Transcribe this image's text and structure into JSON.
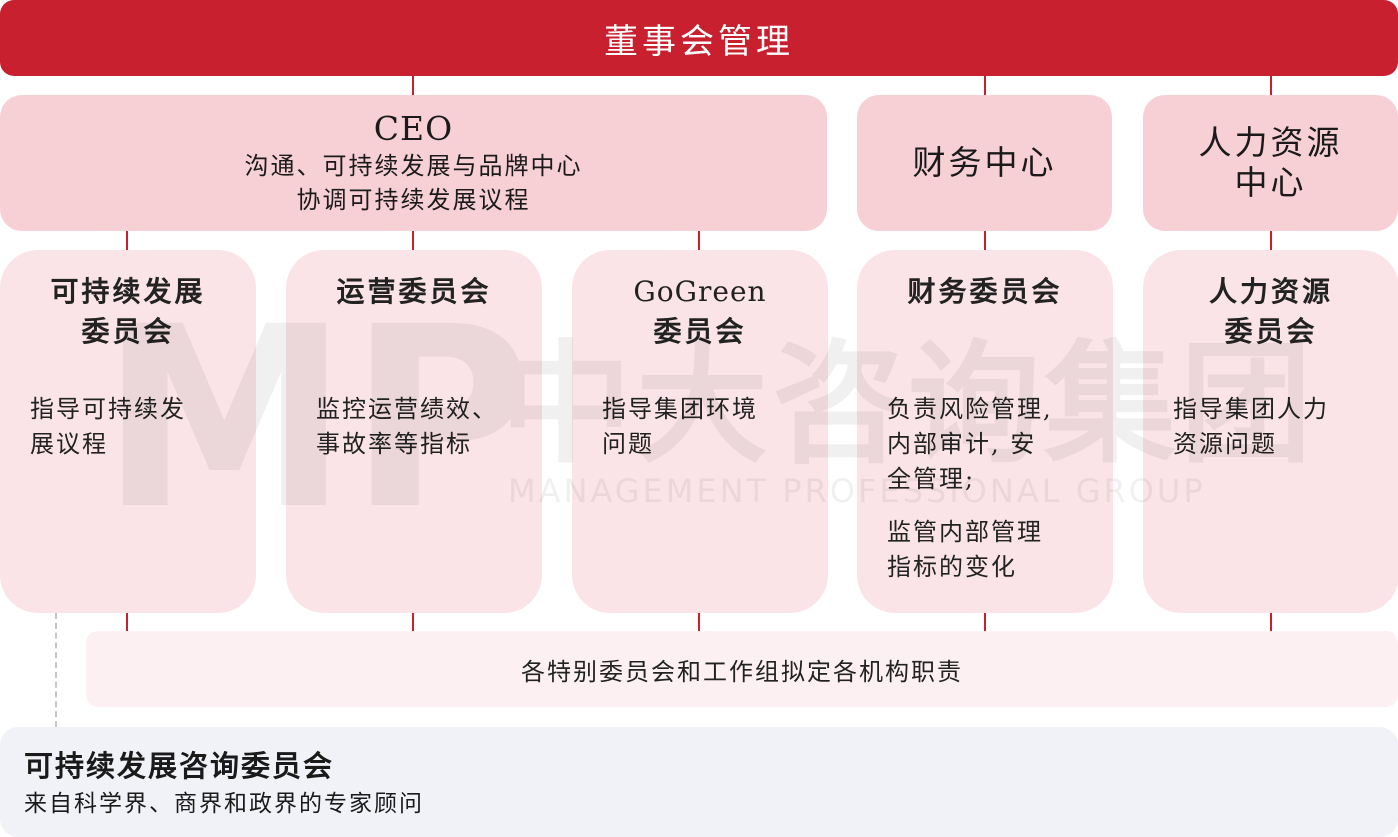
{
  "board": {
    "title": "董事会管理"
  },
  "ceo": {
    "title": "CEO",
    "line1": "沟通、可持续发展与品牌中心",
    "line2": "协调可持续发展议程"
  },
  "finance_center": {
    "title": "财务中心"
  },
  "hr_center": {
    "line1": "人力资源",
    "line2": "中心"
  },
  "committees": [
    {
      "title_line1": "可持续发展",
      "title_line2": "委员会",
      "desc_line1": "指导可持续发",
      "desc_line2": "展议程"
    },
    {
      "title_line1": "运营委员会",
      "title_line2": "",
      "desc_line1": "监控运营绩效、",
      "desc_line2": "事故率等指标"
    },
    {
      "title_line1": "GoGreen",
      "title_line2": "委员会",
      "desc_line1": "指导集团环境",
      "desc_line2": "问题"
    },
    {
      "title_line1": "财务委员会",
      "title_line2": "",
      "desc1_line1": "负责风险管理,",
      "desc1_line2": "内部审计, 安",
      "desc1_line3": "全管理;",
      "desc2_line1": "监管内部管理",
      "desc2_line2": "指标的变化"
    },
    {
      "title_line1": "人力资源",
      "title_line2": "委员会",
      "desc_line1": "指导集团人力",
      "desc_line2": "资源问题"
    }
  ],
  "bottom_band": {
    "text": "各特别委员会和工作组拟定各机构职责"
  },
  "advisory": {
    "title": "可持续发展咨询委员会",
    "subtitle": "来自科学界、商界和政界的专家顾问"
  },
  "watermark": {
    "cn": "中大咨询集团",
    "en": "MANAGEMENT PROFESSIONAL GROUP",
    "logo": "MP"
  },
  "colors": {
    "primary": "#c8202f",
    "mid_box": "#f7d0d5",
    "card": "#fae4e7",
    "band": "#fdf0f2",
    "advisory": "#f1f2f7"
  }
}
